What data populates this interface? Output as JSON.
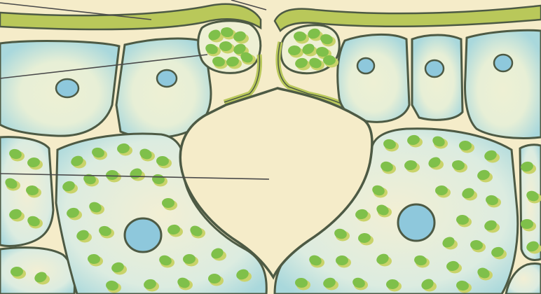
{
  "figure": {
    "kind": "stoma-cross-section",
    "labels": [],
    "leader_lines": 4
  },
  "colors": {
    "background": "#f5ecc9",
    "cuticle": "#b9c85a",
    "cell_wall": "#4d5a44",
    "cytoplasm_blue": "#a9d8dc",
    "cell_interior": "#eef0d4",
    "chloroplast": "#7fc04a",
    "chloroplast_shadow": "#c9d36a",
    "nucleus": "#8ec8dc",
    "leader_line": "#4a4a4a"
  },
  "cells": {
    "epidermal": [
      "epidermal-cell-left-1",
      "epidermal-cell-left-2",
      "epidermal-cell-right-1",
      "epidermal-cell-right-2",
      "epidermal-cell-right-3"
    ],
    "guard": [
      "guard-cell-left",
      "guard-cell-right"
    ],
    "mesophyll": [
      "mesophyll-cell-left",
      "mesophyll-cell-right"
    ]
  }
}
